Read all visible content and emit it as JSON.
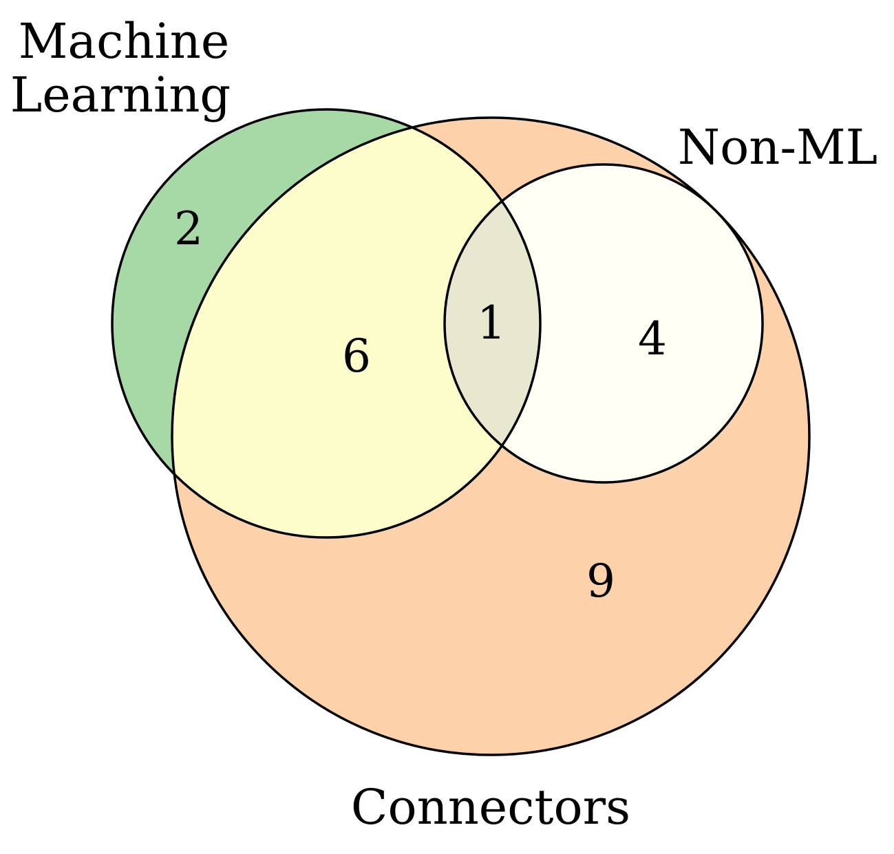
{
  "diagram": {
    "type": "venn",
    "sets": [
      {
        "id": "ml",
        "label_lines": [
          "Machine",
          "Learning"
        ],
        "color": "#a6d9a6"
      },
      {
        "id": "connectors",
        "label": "Connectors",
        "color": "#fdd2ab"
      },
      {
        "id": "nonml",
        "label": "Non-ML",
        "color": "#fffff5"
      }
    ],
    "regions": {
      "ml_only": "2",
      "ml_and_connectors": "6",
      "ml_connectors_nonml": "1",
      "nonml_and_connectors": "4",
      "connectors_only": "9"
    },
    "region_colors": {
      "ml_and_connectors": "#fdfdcb",
      "ml_connectors_nonml": "#e8e8d0"
    }
  }
}
